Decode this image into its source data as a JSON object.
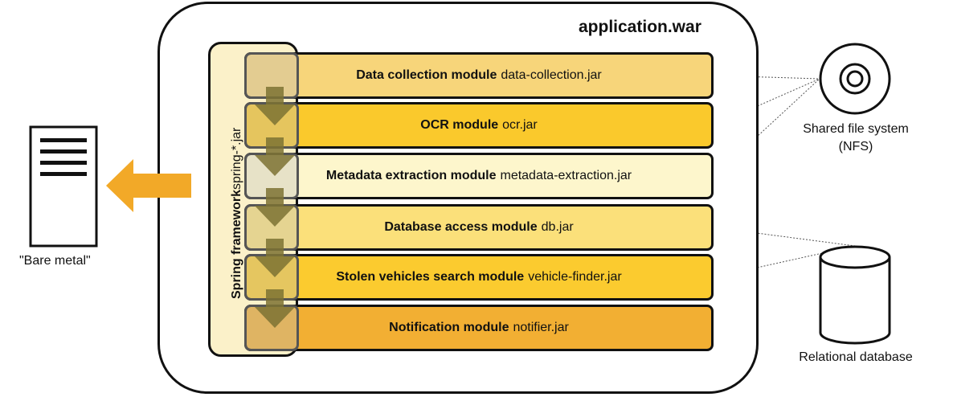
{
  "app": {
    "title": "application.war"
  },
  "spring": {
    "bold": "Spring framework",
    "normal": "spring-*.jar"
  },
  "modules": [
    {
      "name": "Data collection module",
      "jar": "data-collection.jar",
      "color": "#f7d57a"
    },
    {
      "name": "OCR module",
      "jar": "ocr.jar",
      "color": "#fac92c"
    },
    {
      "name": "Metadata extraction module",
      "jar": "metadata-extraction.jar",
      "color": "#fdf6cc"
    },
    {
      "name": "Database access module",
      "jar": "db.jar",
      "color": "#fbe07a"
    },
    {
      "name": "Stolen vehicles search module",
      "jar": "vehicle-finder.jar",
      "color": "#fbcb2f"
    },
    {
      "name": "Notification module",
      "jar": "notifier.jar",
      "color": "#f2af33"
    }
  ],
  "bare_metal": {
    "label": "\"Bare metal\""
  },
  "nfs": {
    "line1": "Shared file system",
    "line2": "(NFS)"
  },
  "database": {
    "label": "Relational database"
  },
  "colors": {
    "arrow": "#f2a928",
    "down_arrow": "#7d7233",
    "border": "#111111"
  }
}
